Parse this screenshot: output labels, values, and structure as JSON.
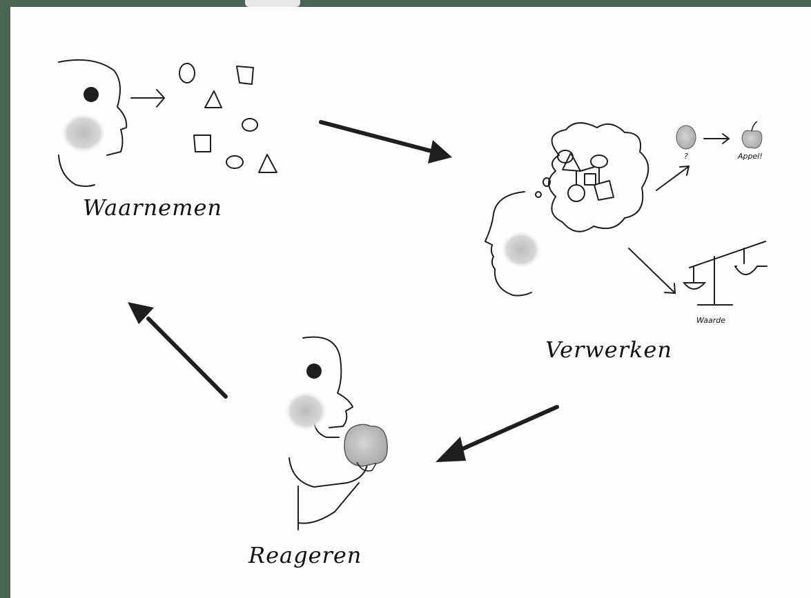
{
  "diagram": {
    "stages": [
      {
        "label": "Waarnemen"
      },
      {
        "label": "Verwerken"
      },
      {
        "label": "Reageren"
      }
    ],
    "annotations": {
      "question": "?",
      "apple": "Appel!",
      "value": "Waarde"
    }
  },
  "colors": {
    "ink": "#1e1e1e",
    "shade": "#c8c8c8",
    "frame": "#4b6353",
    "canvas": "#fefefe"
  }
}
